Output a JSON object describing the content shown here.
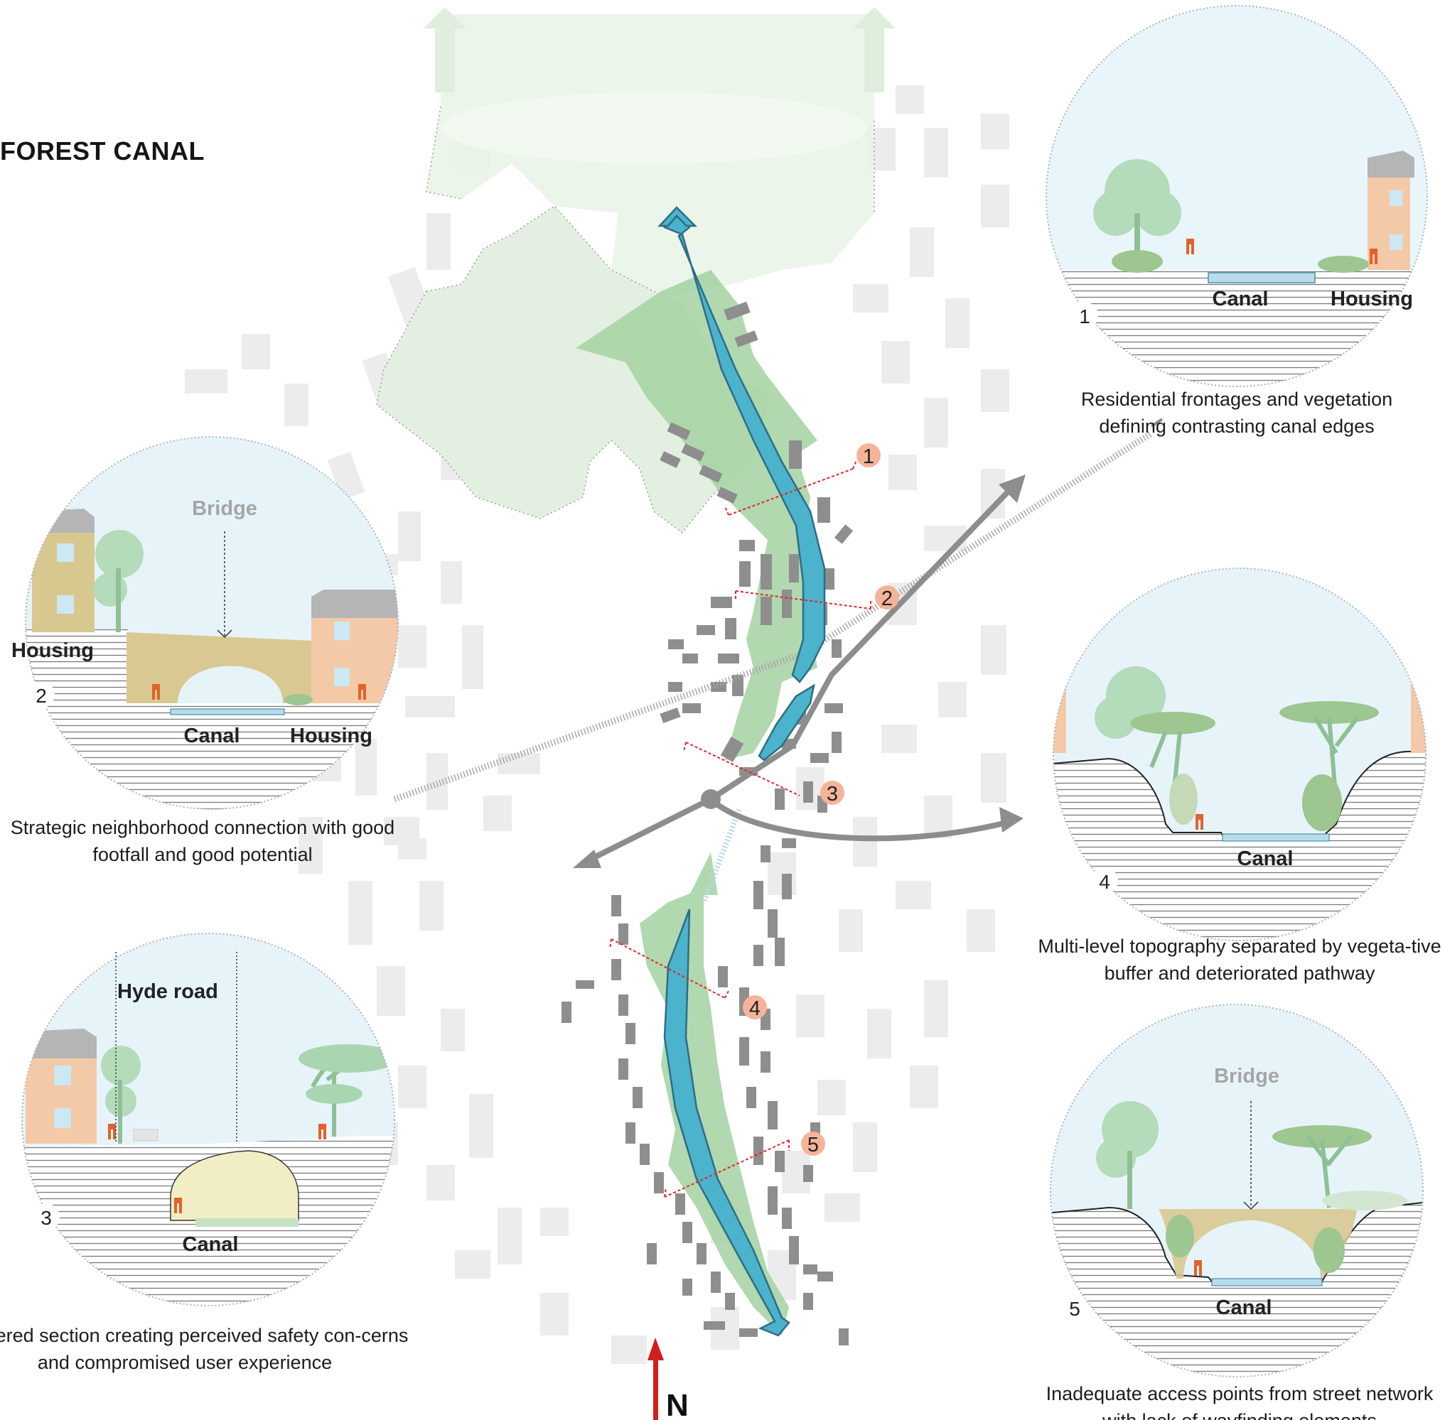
{
  "title": "FOREST CANAL",
  "north_label": "N",
  "colors": {
    "canal": "#4bb3cc",
    "canal_edge": "#2d6f86",
    "green_corridor": "#9fcf9f",
    "green_area": "#d8ebd6",
    "buildings_dark": "#8c8c8c",
    "buildings_light": "#e6e6e6",
    "section_line": "#e0282a",
    "marker_fill": "#f5b49a",
    "connection_arrow": "#8d8d8d",
    "north_arrow": "#d11f1f",
    "sky": "#e6f4fa",
    "ground_lines": "#6b6b6b",
    "housing_peach": "#f4c9a7",
    "housing_olive": "#d8c98f",
    "roof": "#b5b5b5",
    "tree": "#a9d5b0",
    "figure": "#e2612c",
    "bridge": "#d9c891"
  },
  "markers": [
    {
      "number": "1"
    },
    {
      "number": "2"
    },
    {
      "number": "3"
    },
    {
      "number": "4"
    },
    {
      "number": "5"
    }
  ],
  "sections": {
    "s1": {
      "number": "1",
      "labels": [
        "Canal",
        "Housing"
      ],
      "caption": "Residential frontages and vegetation defining contrasting canal edges"
    },
    "s2": {
      "number": "2",
      "top_label": "Bridge",
      "labels": [
        "Housing",
        "Canal",
        "Housing"
      ],
      "caption": "Strategic neighborhood connection  with good footfall and good potential"
    },
    "s3": {
      "number": "3",
      "top_label": "Hyde road",
      "labels": [
        "Canal"
      ],
      "caption": "Covered section creating perceived safety con-cerns and compromised user experience"
    },
    "s4": {
      "number": "4",
      "labels": [
        "Canal"
      ],
      "caption": "Multi-level topography separated by vegeta-tive buffer and deteriorated pathway"
    },
    "s5": {
      "number": "5",
      "top_label": "Bridge",
      "labels": [
        "Canal"
      ],
      "caption": "Inadequate access points from street network with lack of wayfinding elements"
    }
  }
}
